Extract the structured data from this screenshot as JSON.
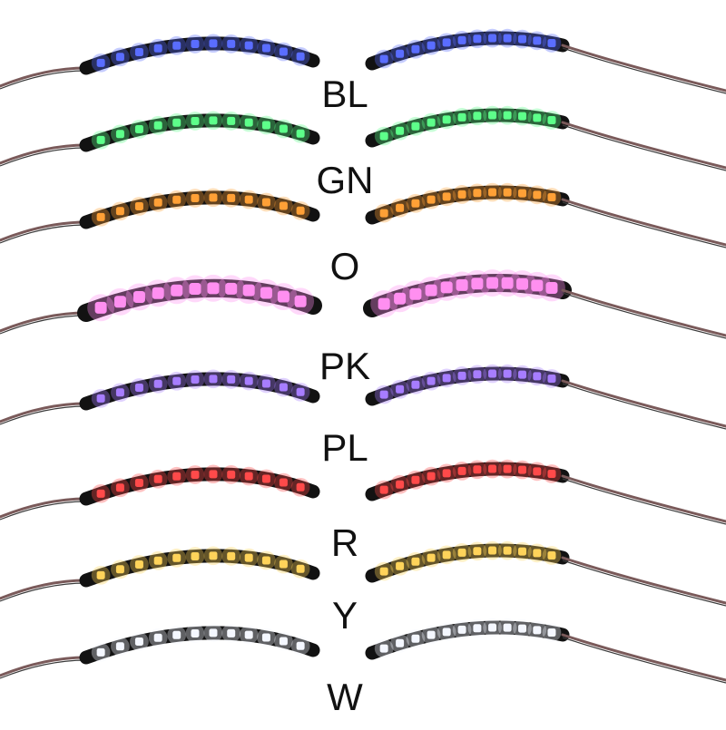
{
  "rows": [
    {
      "label": "BL",
      "color_name": "blue",
      "led_color": "#5a6dff"
    },
    {
      "label": "GN",
      "color_name": "green",
      "led_color": "#5dff8a"
    },
    {
      "label": "O",
      "color_name": "orange",
      "led_color": "#ffa036"
    },
    {
      "label": "PK",
      "color_name": "pink",
      "led_color": "#ff8ff0"
    },
    {
      "label": "PL",
      "color_name": "purple",
      "led_color": "#a77dff"
    },
    {
      "label": "R",
      "color_name": "red",
      "led_color": "#ff4a4a"
    },
    {
      "label": "Y",
      "color_name": "yellow",
      "led_color": "#ffd35a"
    },
    {
      "label": "W",
      "color_name": "white",
      "led_color": "#f4f7ff"
    }
  ],
  "colors": {
    "background": "#ffffff",
    "strip": "#121212",
    "wire": "#7a5a5a",
    "label_text": "#111111"
  },
  "icons": {
    "strip": "led-strip-icon",
    "wire": "wire-lead-icon"
  }
}
